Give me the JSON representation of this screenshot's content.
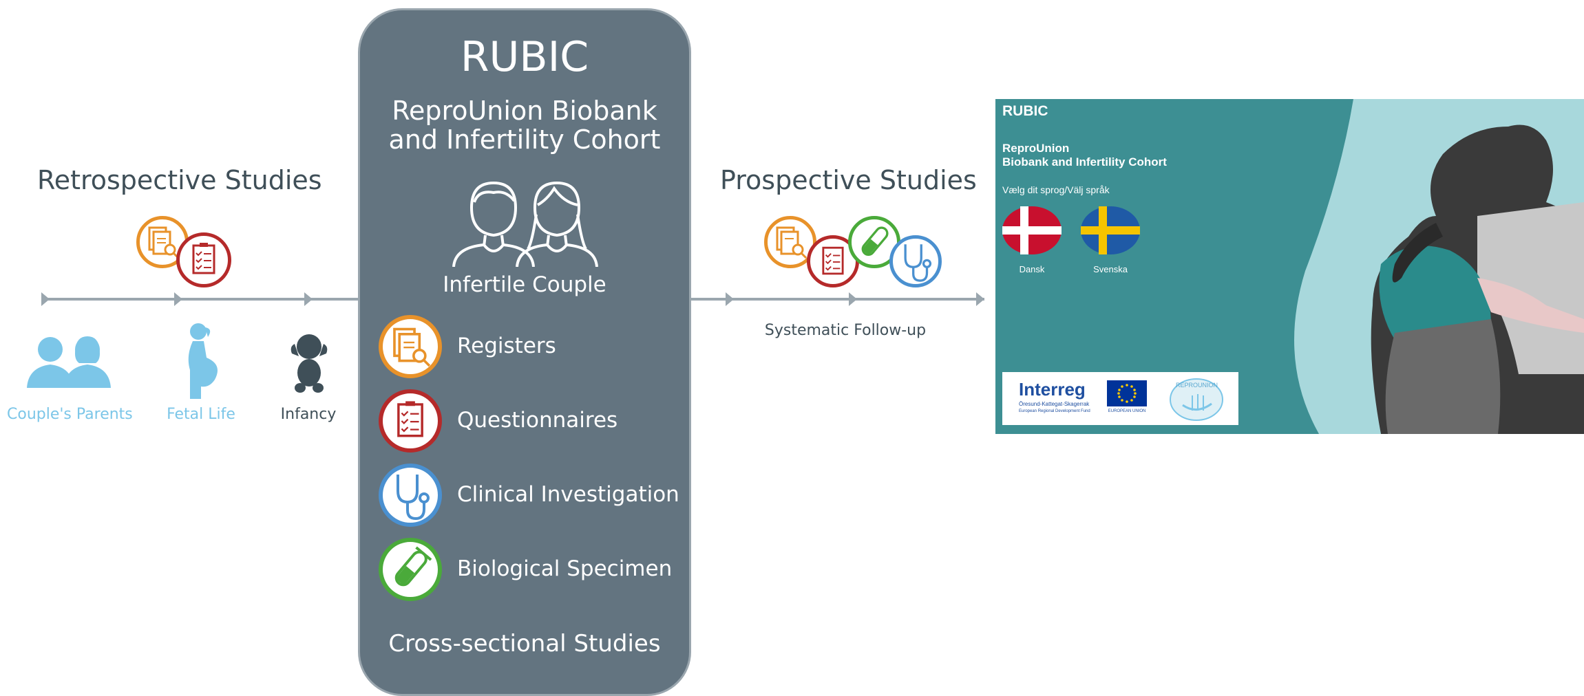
{
  "left": {
    "heading": "Retrospective Studies",
    "timeline": [
      {
        "label": "Couple's Parents",
        "color": "#7cc6e8"
      },
      {
        "label": "Fetal Life",
        "color": "#7cc6e8"
      },
      {
        "label": "Infancy",
        "color": "#3f4f58"
      }
    ]
  },
  "center": {
    "title": "RUBIC",
    "subtitle_line1": "ReproUnion Biobank",
    "subtitle_line2": "and Infertility Cohort",
    "couple_label": "Infertile Couple",
    "methods": [
      {
        "label": "Registers",
        "icon": "registers-icon",
        "color": "#e8922a"
      },
      {
        "label": "Questionnaires",
        "icon": "questionnaire-icon",
        "color": "#b52a2a"
      },
      {
        "label": "Clinical Investigation",
        "icon": "stethoscope-icon",
        "color": "#4a90d0"
      },
      {
        "label": "Biological Specimen",
        "icon": "test-tube-icon",
        "color": "#4aaa3a"
      }
    ],
    "footer": "Cross-sectional Studies"
  },
  "right": {
    "heading": "Prospective Studies",
    "followup_label": "Systematic Follow-up"
  },
  "screenshot": {
    "brand": "RUBIC",
    "title_line1": "ReproUnion",
    "title_line2": "Biobank and Infertility Cohort",
    "language_prompt": "Vælg dit sprog/Välj språk",
    "languages": [
      {
        "label": "Dansk",
        "flag": "denmark-flag"
      },
      {
        "label": "Svenska",
        "flag": "sweden-flag"
      }
    ],
    "logos": {
      "interreg": "Interreg",
      "interreg_sub": "Öresund-Kattegat-Skagerrak",
      "interreg_fund": "European Regional Development Fund",
      "eu": "EUROPEAN UNION",
      "reprounion": "REPROUNION"
    },
    "colors": {
      "background": "#3d8f93",
      "accent": "#a8d8dc"
    }
  }
}
